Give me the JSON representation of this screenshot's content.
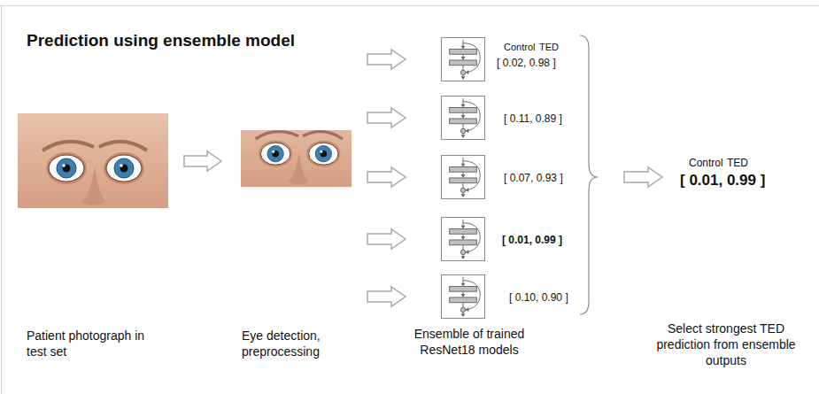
{
  "diagram": {
    "title": "Prediction using ensemble model",
    "nodes": [
      {
        "text": [
          "Control",
          "TED",
          "[ 0.02, 0.98 ]"
        ]
      },
      {
        "text": [
          "[ 0.11, 0.89 ]"
        ]
      },
      {
        "text": [
          "[ 0.07, 0.93 ]"
        ]
      },
      {
        "text": [
          "[ 0.01, 0.99 ]"
        ]
      },
      {
        "text": [
          "[ 0.10, 0.90 ]"
        ]
      }
    ],
    "labels": [
      "Control",
      "TED",
      "[ 0.01, 0.99 ]",
      "Patient photograph in test set",
      "Eye detection, preprocessing",
      "Ensemble of trained ResNet18 models",
      "Select strongest TED prediction from ensemble outputs"
    ]
  }
}
